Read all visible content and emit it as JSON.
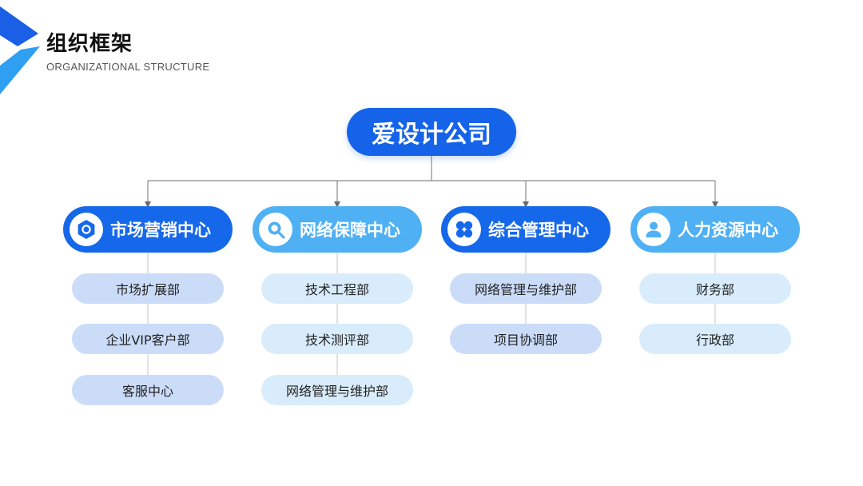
{
  "header": {
    "title": "组织框架",
    "subtitle": "ORGANIZATIONAL STRUCTURE"
  },
  "root": {
    "label": "爱设计公司"
  },
  "departments": [
    {
      "label": "市场营销中心",
      "icon": "hexagon-nut-icon",
      "units": [
        "市场扩展部",
        "企业VIP客户部",
        "客服中心"
      ]
    },
    {
      "label": "网络保障中心",
      "icon": "search-icon",
      "units": [
        "技术工程部",
        "技术测评部",
        "网络管理与维护部"
      ]
    },
    {
      "label": "综合管理中心",
      "icon": "four-petal-icon",
      "units": [
        "网络管理与维护部",
        "项目协调部"
      ]
    },
    {
      "label": "人力资源中心",
      "icon": "user-icon",
      "units": [
        "财务部",
        "行政部"
      ]
    }
  ],
  "colors": {
    "dark_blue": "#1668ea",
    "light_blue": "#4fb0f4",
    "dark_pill": "#cbdcf9",
    "light_pill": "#d8ecfb"
  }
}
